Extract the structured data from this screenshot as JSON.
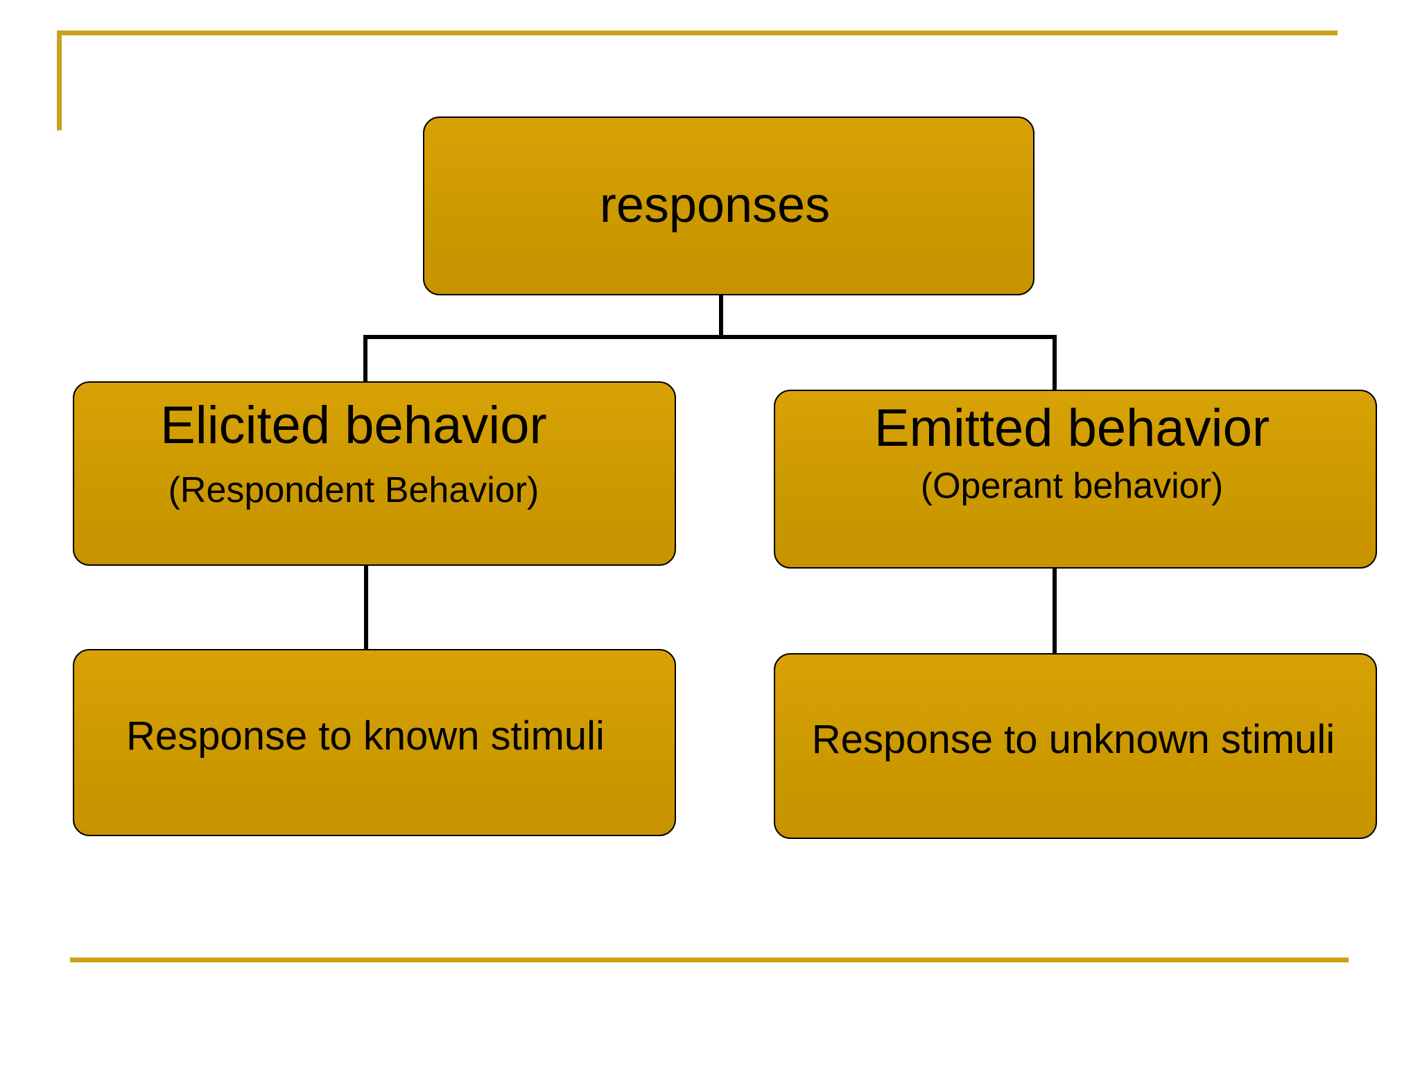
{
  "slide": {
    "background_color": "#ffffff",
    "accent_color": "#c9a21a",
    "node_fill_color": "#cc9900",
    "node_border_color": "#000000",
    "connector_color": "#000000"
  },
  "diagram": {
    "type": "tree",
    "root": {
      "id": "responses",
      "label": "responses"
    },
    "branches": [
      {
        "id": "elicited",
        "title": "Elicited behavior",
        "subtitle": "(Respondent Behavior)",
        "child": {
          "id": "known",
          "label": "Response to known stimuli"
        }
      },
      {
        "id": "emitted",
        "title": "Emitted behavior",
        "subtitle": "(Operant behavior)",
        "child": {
          "id": "unknown",
          "label": "Response to unknown stimuli"
        }
      }
    ]
  }
}
